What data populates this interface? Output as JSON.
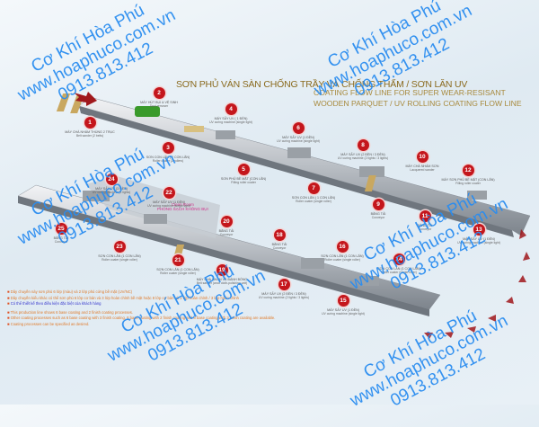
{
  "title": "SƠN PHỦ VÁN SÀN CHỐNG TRẦY VÀ CHỐNG THẤM / SƠN LĂN UV",
  "subtitle_line1": "COATING FLOW LINE FOR SUPER WEAR-RESISANT",
  "subtitle_line2": "WOODEN PARQUET / UV ROLLING COATING FLOW LINE",
  "clean_room": {
    "en": "Clean Room",
    "vn": "PHÒNG SẠCH KHÔNG BỤI"
  },
  "stations": [
    {
      "n": "1",
      "vn": "MÁY CHÀ NHÁM THÙNG 2 TRỤC",
      "en": "Belt sander (2 belts)"
    },
    {
      "n": "2",
      "vn": "MÁY HÚT BỤI & VỆ SINH",
      "en": "Dust remover"
    },
    {
      "n": "3",
      "vn": "SƠN CON LĂN ( 2 CON LĂN)",
      "en": "Roller coater (2 rollers)"
    },
    {
      "n": "4",
      "vn": "MÁY SẤY UV ( 1 ĐÈN)",
      "en": "UV curing machine (single light)"
    },
    {
      "n": "5",
      "vn": "SƠN PHỦ BỀ MẶT (CON LĂN)",
      "en": "Filling roller coater"
    },
    {
      "n": "6",
      "vn": "MÁY SẤY UV (1 ĐÈN)",
      "en": "UV curing machine (single light)"
    },
    {
      "n": "7",
      "vn": "SƠN CON LĂN ( 1 CON LĂN)",
      "en": "Roller coater (single roller)"
    },
    {
      "n": "8",
      "vn": "MÁY SẤY UV (2 ĐÈN / 3 ĐÈN)",
      "en": "UV curing machine (2 lights / 3 lights)"
    },
    {
      "n": "9",
      "vn": "BĂNG TẢI",
      "en": "Conveyor"
    },
    {
      "n": "10",
      "vn": "MÁY CHÀ NHÁM SƠN",
      "en": "Lacquered sander"
    },
    {
      "n": "11",
      "vn": "BĂNG TẢI",
      "en": "Conveyor"
    },
    {
      "n": "12",
      "vn": "MÁY SƠN PHỦ BỀ MẶT (CON LĂN)",
      "en": "Filling roller coater"
    },
    {
      "n": "13",
      "vn": "MÁY SẤY UV (1 ĐÈN)",
      "en": "UV curing machine (single light)"
    },
    {
      "n": "14",
      "vn": "SƠN CON LĂN (1 CON LĂN)",
      "en": "Roller coater (single roller)"
    },
    {
      "n": "15",
      "vn": "MÁY SẤY UV (1 ĐÈN)",
      "en": "UV curing machine (single light)"
    },
    {
      "n": "16",
      "vn": "SƠN CON LĂN (1 CON LĂN)",
      "en": "Roller coater (single roller)"
    },
    {
      "n": "17",
      "vn": "MÁY SẤY UV (2 ĐÈN / 3 ĐÈN)",
      "en": "UV curing machine (2 lights / 3 lights)"
    },
    {
      "n": "18",
      "vn": "BĂNG TẢI",
      "en": "Conveyor"
    },
    {
      "n": "19",
      "vn": "MÁY CHÀ NHÁM VÀ ĐÁNH BÓNG",
      "en": "Belt sander (wool cloth-polishing unit)"
    },
    {
      "n": "20",
      "vn": "BĂNG TẢI",
      "en": "Conveyor"
    },
    {
      "n": "21",
      "vn": "SƠN CON LĂN (1 CON LĂN)",
      "en": "Roller coater (single roller)"
    },
    {
      "n": "22",
      "vn": "MÁY SẤY UV (1 ĐÈN)",
      "en": "UV curing machine (single light)"
    },
    {
      "n": "23",
      "vn": "SƠN CON LĂN (1 CON LĂN)",
      "en": "Roller coater (single roller)"
    },
    {
      "n": "24",
      "vn": "MÁY SẤY UV (3 ĐÈN)",
      "en": "UV curing machine (3 lights)"
    },
    {
      "n": "25",
      "vn": "BĂNG TẢI",
      "en": "Conveyor"
    }
  ],
  "notes": [
    "Dây chuyền này sơn phủ 6 lớp (màu) và 2 lớp phủ cứng bề mặt (UV/NC)",
    "Dây chuyền kiểu khác có thể sơn phủ 6 lớp cơ bản và 3 lớp hoàn chỉnh bề mặt hoặc 8 lớp cơ bản và 2 lớp hoàn chỉnh / 3 lớp hoàn chỉnh",
    "Có thể thiết kế theo điều kiện đặc biệt của khách hàng",
    "This production line shows 6 base coating and 2 finish coating processes.",
    "Other coating processes such as 6 base coating with 3 finish coating, 8 base coating with 2 finish coating and 8 base coating with 3 finish coating are available.",
    "Coating processes can be specified as desired."
  ],
  "watermark": {
    "company": "Cơ Khí Hòa Phú",
    "website": "www.hoaphuco.com.vn",
    "phone": "0913.813.412"
  },
  "colors": {
    "badge": "#c4161c",
    "title": "#8a6a1e",
    "watermark": "#2a8df0",
    "arrow": "#a0181c"
  }
}
